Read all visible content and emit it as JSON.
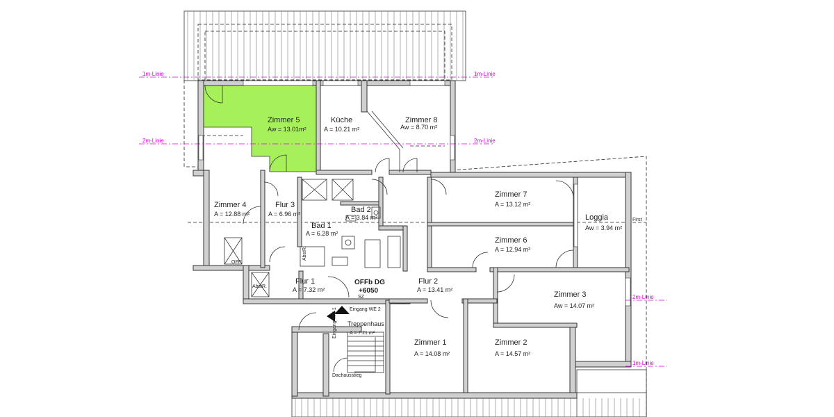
{
  "colors": {
    "highlight": "#a6f05a",
    "wall": "#d0d0d0",
    "guide": "#e000e0"
  },
  "lines": {
    "one_m": "1m-Linie",
    "two_m": "2m-Linie",
    "first": "First"
  },
  "level": {
    "name": "OFFb DG",
    "value": "+6050"
  },
  "rooms": {
    "zimmer5": {
      "name": "Zimmer 5",
      "area": "Aw = 13.01m²"
    },
    "kueche": {
      "name": "Küche",
      "area": "A = 10.21 m²"
    },
    "zimmer8": {
      "name": "Zimmer 8",
      "area": "Aw = 8.70 m²"
    },
    "zimmer4": {
      "name": "Zimmer 4",
      "area": "A = 12.88 m²"
    },
    "flur3": {
      "name": "Flur 3",
      "area": "A = 6.96 m²"
    },
    "bad2": {
      "name": "Bad 2",
      "area": "A = 3.84 m²"
    },
    "bad1": {
      "name": "Bad 1",
      "area": "A = 6.28 m²"
    },
    "zimmer7": {
      "name": "Zimmer 7",
      "area": "A = 13.12 m²"
    },
    "loggia": {
      "name": "Loggia",
      "area": "Aw = 3.94 m²"
    },
    "zimmer6": {
      "name": "Zimmer 6",
      "area": "A = 12.94 m²"
    },
    "flur1": {
      "name": "Flur 1",
      "area": "A = 7.32 m²"
    },
    "flur2": {
      "name": "Flur 2",
      "area": "A = 13.41 m²"
    },
    "zimmer3": {
      "name": "Zimmer 3",
      "area": "Aw = 14.07 m²"
    },
    "zimmer1": {
      "name": "Zimmer 1",
      "area": "A = 14.08 m²"
    },
    "zimmer2": {
      "name": "Zimmer 2",
      "area": "A = 14.57 m²"
    },
    "treppenhaus": {
      "name": "Treppenhaus",
      "area": "A = 7.21 m²"
    }
  },
  "labels": {
    "eingang_we2": "Eingang WE 2",
    "eingang_we1": "Eingang WE 1",
    "dachausstieg": "Dachausstieg",
    "abstr": "AbstR.",
    "ofk": "OFF",
    "sz": "SZ"
  }
}
